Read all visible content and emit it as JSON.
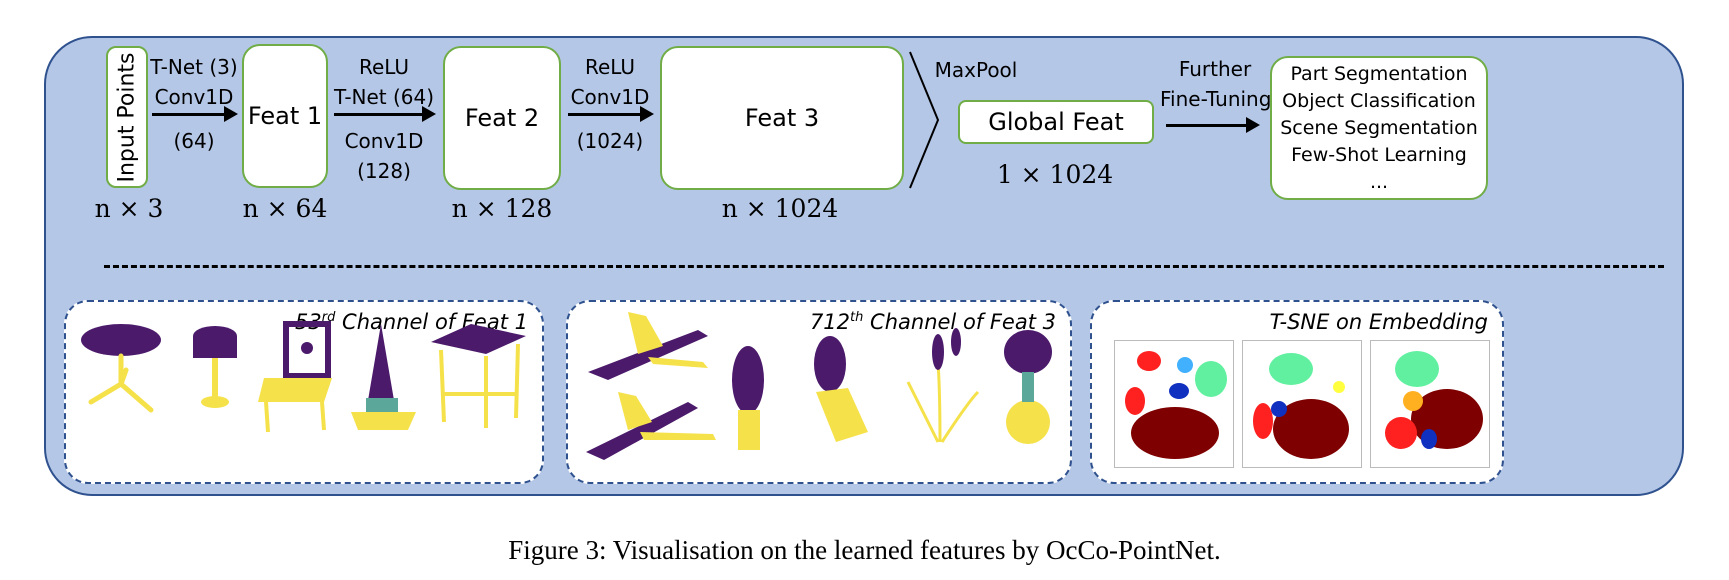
{
  "pipeline": {
    "input_points": "Input Points",
    "input_dim": "n × 3",
    "step1_top": [
      "T-Net (3)",
      "Conv1D"
    ],
    "step1_bottom": "(64)",
    "feat1": "Feat 1",
    "feat1_dim": "n × 64",
    "step2_top": [
      "ReLU",
      "T-Net (64)"
    ],
    "step2_bottom": [
      "Conv1D",
      "(128)"
    ],
    "feat2": "Feat 2",
    "feat2_dim": "n × 128",
    "step3_top": [
      "ReLU",
      "Conv1D"
    ],
    "step3_bottom": "(1024)",
    "feat3": "Feat 3",
    "feat3_dim": "n × 1024",
    "maxpool": "MaxPool",
    "global_feat": "Global Feat",
    "global_dim": "1 × 1024",
    "finetune": [
      "Further",
      "Fine-Tuning"
    ],
    "tasks": [
      "Part Segmentation",
      "Object Classification",
      "Scene Segmentation",
      "Few-Shot Learning",
      "..."
    ]
  },
  "visualisations": {
    "panel1": {
      "ord": "53",
      "sup": "rd",
      "rest": " Channel of Feat 1"
    },
    "panel2": {
      "ord": "712",
      "sup": "th",
      "rest": " Channel of Feat 3"
    },
    "panel3": {
      "title": "T-SNE on Embedding"
    }
  },
  "colors": {
    "panel_fill": "#b4c7e7",
    "panel_border": "#2f528f",
    "box_border": "#70ad47",
    "point_low": "#4b1a6b",
    "point_high": "#f5e14a",
    "tsne_cluster_colors": [
      "#7f0000",
      "#ff2020",
      "#60f0a0",
      "#1030c0",
      "#40b0ff",
      "#ffb020",
      "#ffff40"
    ]
  },
  "caption": "Figure 3: Visualisation on the learned features by OcCo-PointNet."
}
